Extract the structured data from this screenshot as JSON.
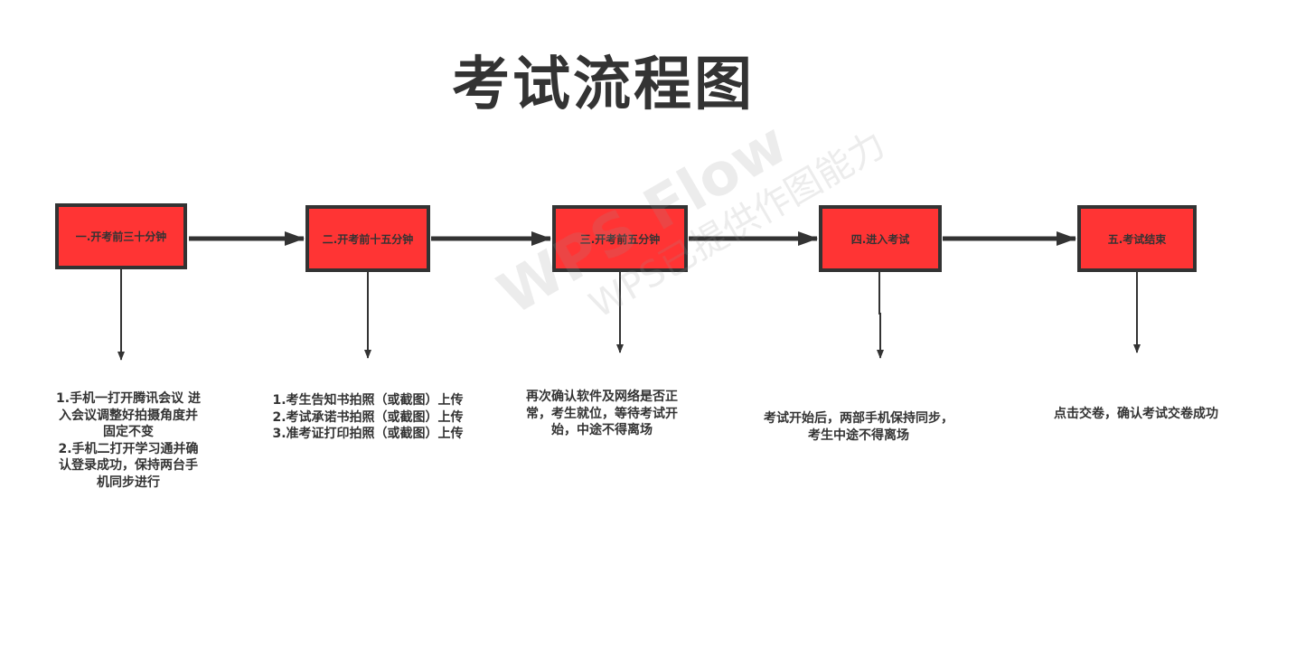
{
  "title": "考试流程图",
  "colors": {
    "box_fill": "#ff3434",
    "stroke": "#333333",
    "text": "#333333",
    "background": "#ffffff"
  },
  "watermark": {
    "main": "WPS Flow",
    "sub": "WPS已提供作图能力"
  },
  "steps": [
    {
      "label": "一.开考前三十分钟",
      "description": [
        "1.手机一打开腾讯会议  进",
        "入会议调整好拍摄角度并",
        "固定不变",
        "2.手机二打开学习通并确",
        "认登录成功，保持两台手",
        "机同步进行"
      ]
    },
    {
      "label": "二.开考前十五分钟",
      "description": [
        "1.考生告知书拍照（或截图）上传",
        "2.考试承诺书拍照（或截图）上传",
        "3.准考证打印拍照（或截图）上传"
      ]
    },
    {
      "label": "三.开考前五分钟",
      "description": [
        "再次确认软件及网络是否正",
        "常，考生就位，等待考试开",
        "始，中途不得离场"
      ]
    },
    {
      "label": "四.进入考试",
      "description": [
        "考试开始后，两部手机保持同步，",
        "考生中途不得离场"
      ]
    },
    {
      "label": "五.考试结束",
      "description": [
        "点击交卷，确认考试交卷成功"
      ]
    }
  ]
}
